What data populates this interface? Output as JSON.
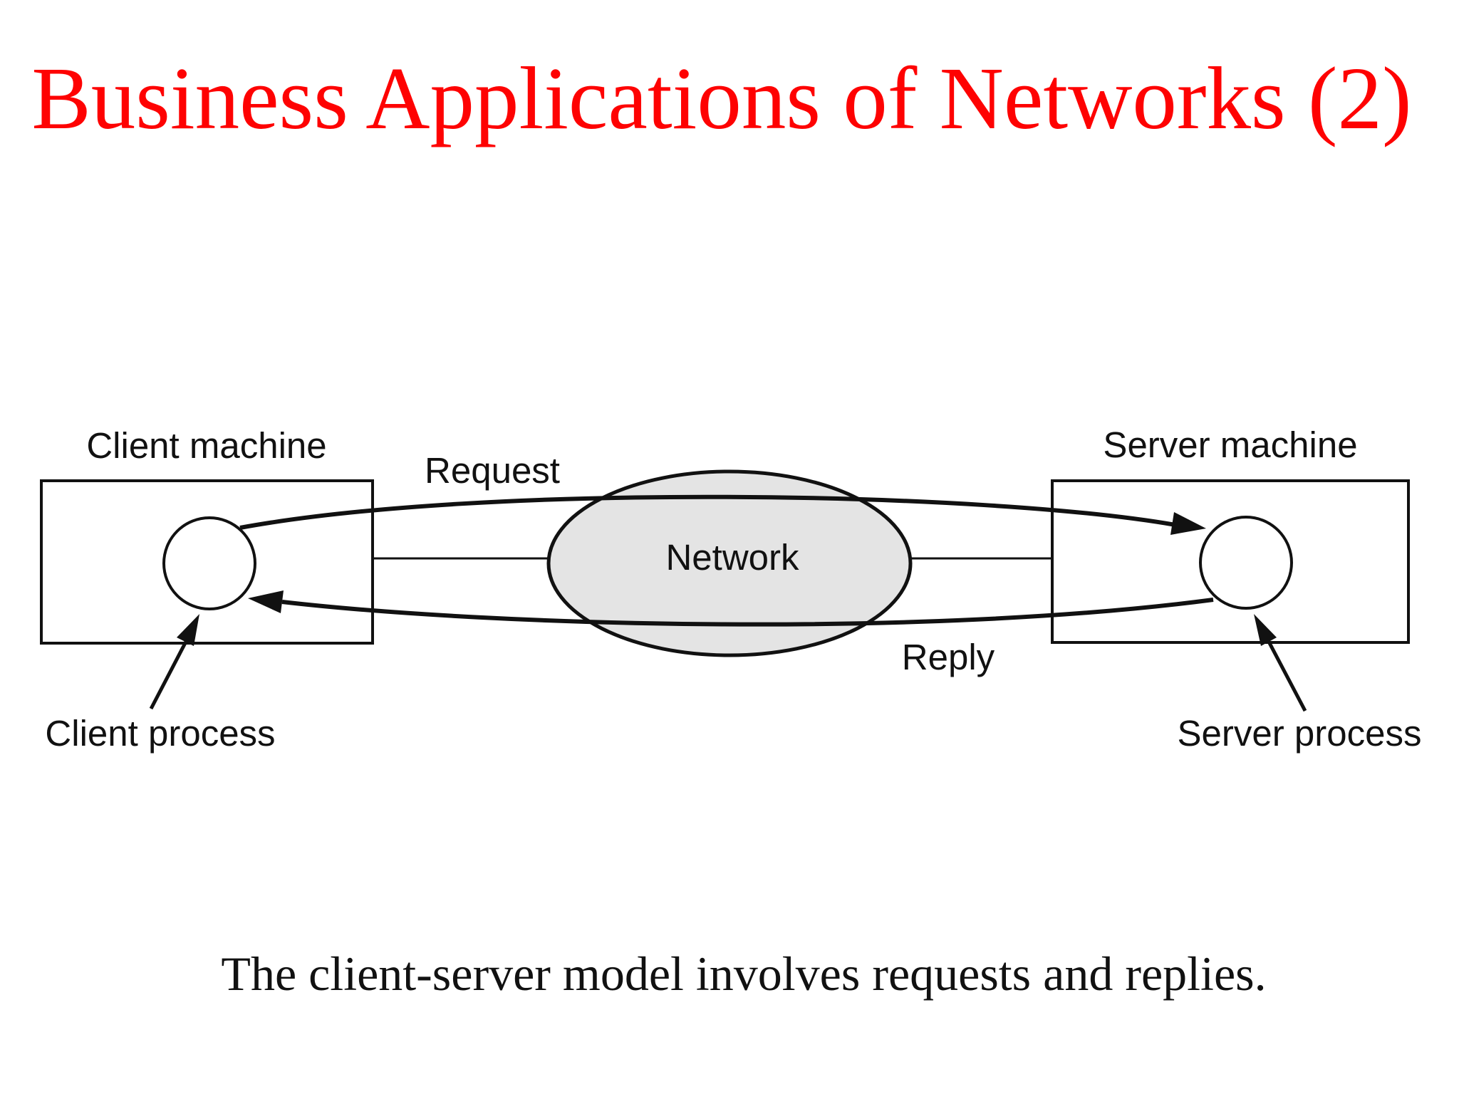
{
  "slide": {
    "title": "Business Applications of Networks (2)",
    "title_color": "#fe0202",
    "caption": "The client-server model involves requests and replies.",
    "text_color": "#111111",
    "background_color": "#ffffff"
  },
  "diagram": {
    "client_machine_label": "Client machine",
    "server_machine_label": "Server machine",
    "client_process_label": "Client process",
    "server_process_label": "Server process",
    "network_label": "Network",
    "request_label": "Request",
    "reply_label": "Reply",
    "network_fill": "#e4e4e4",
    "line_color": "#111111"
  }
}
